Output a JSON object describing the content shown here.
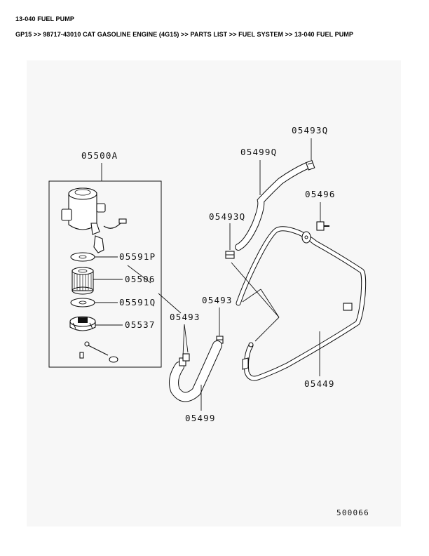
{
  "header": {
    "title": "13-040 FUEL PUMP",
    "breadcrumb": "GP15 >> 98717-43010 CAT GASOLINE ENGINE (4G15) >> PARTS LIST >> FUEL SYSTEM >> 13-040 FUEL PUMP"
  },
  "diagram": {
    "labels": {
      "p05500A": "05500A",
      "p05591P": "05591P",
      "p05506": "05506",
      "p05591Q": "05591Q",
      "p05537": "05537",
      "p05493Q_top": "05493Q",
      "p05499Q": "05499Q",
      "p05496": "05496",
      "p05493Q_mid": "05493Q",
      "p05493_right": "05493",
      "p05493_left": "05493",
      "p05499": "05499",
      "p05449": "05449"
    },
    "figure_number": "500066"
  }
}
